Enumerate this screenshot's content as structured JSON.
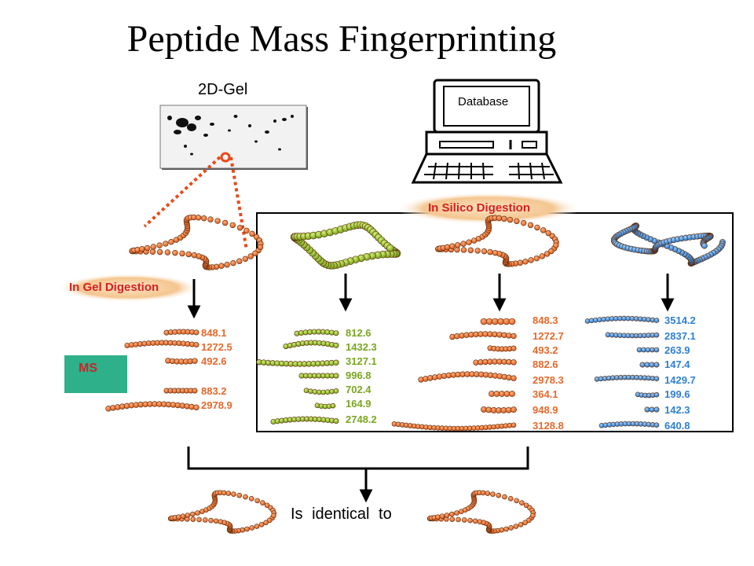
{
  "title": "Peptide Mass Fingerprinting",
  "gel": {
    "label": "2D-Gel"
  },
  "database": {
    "label": "Database"
  },
  "in_silico_label": "In Silico Digestion",
  "in_gel_label": "In Gel Digestion",
  "ms_label": "MS",
  "conclusion": "Is identical to",
  "colors": {
    "orange": "#e8682a",
    "green": "#7aa51f",
    "blue": "#2f7fd2",
    "pill_red": "#d62020",
    "ms_box": "#2eb08a"
  },
  "mass_lists": {
    "gel": [
      "848.1",
      "1272.5",
      "492.6",
      "883.2",
      "2978.9"
    ],
    "green": [
      "812.6",
      "1432.3",
      "3127.1",
      "996.8",
      "702.4",
      "164.9",
      "2748.2"
    ],
    "orange": [
      "848.3",
      "1272.7",
      "493.2",
      "882.6",
      "2978.3",
      "364.1",
      "948.9",
      "3128.8"
    ],
    "blue": [
      "3514.2",
      "2837.1",
      "263.9",
      "147.4",
      "1429.7",
      "199.6",
      "142.3",
      "640.8"
    ]
  }
}
